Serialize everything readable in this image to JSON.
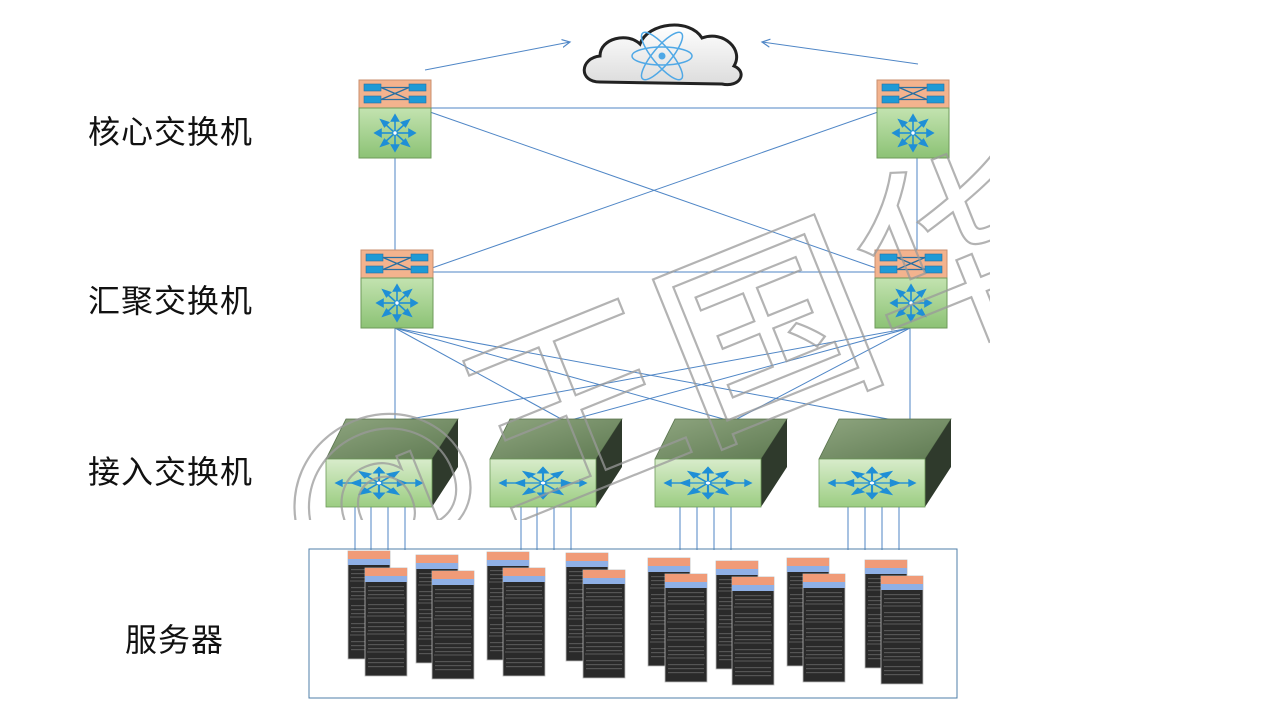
{
  "tiers": {
    "core": "核心交换机",
    "aggregation": "汇聚交换机",
    "access": "接入交换机",
    "servers": "服务器"
  },
  "watermark": {
    "text": "@王国华"
  },
  "icons": {
    "cloud": "cloud-network-icon",
    "l3_switch": "layer3-switch-icon",
    "access_switch": "access-switch-icon",
    "server_rack": "server-rack-icon"
  },
  "colors": {
    "link": "#4f86c6",
    "switch_top": "#f3b38e",
    "switch_body": "#9dcc85",
    "arrow": "#1f8fd6",
    "access_top": "#6f8a62",
    "access_side": "#2f3a2c",
    "server_body": "#2a2a2a",
    "server_top": "#f09b78",
    "server_band": "#8fb0e6",
    "frame": "#4f7fa8"
  }
}
